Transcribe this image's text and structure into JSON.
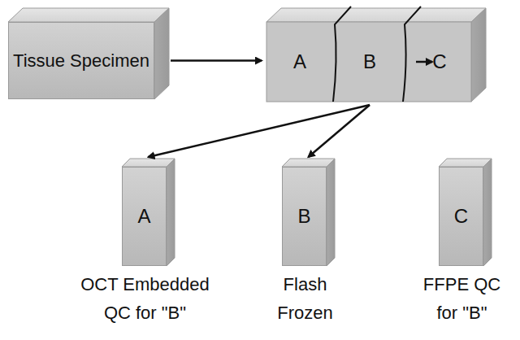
{
  "diagram": {
    "nodes": [
      {
        "text": [
          "Tissue Specimen"
        ]
      },
      {
        "text": [
          "A"
        ]
      },
      {
        "text": [
          "B"
        ]
      },
      {
        "text": [
          "C"
        ]
      },
      {
        "text": [
          "A",
          "OCT Embedded QC for \"B\""
        ]
      },
      {
        "text": [
          "B",
          "Flash Frozen"
        ]
      },
      {
        "text": [
          "C",
          "FFPE QC for \"B\""
        ]
      }
    ],
    "edges": [
      {
        "from": 0,
        "to": 1,
        "arrow": "to"
      },
      {
        "from": 2,
        "to": 4,
        "arrow": "to"
      },
      {
        "from": 2,
        "to": 5,
        "arrow": "to"
      },
      {
        "from": 2,
        "to": 6,
        "arrow": "to"
      }
    ]
  }
}
